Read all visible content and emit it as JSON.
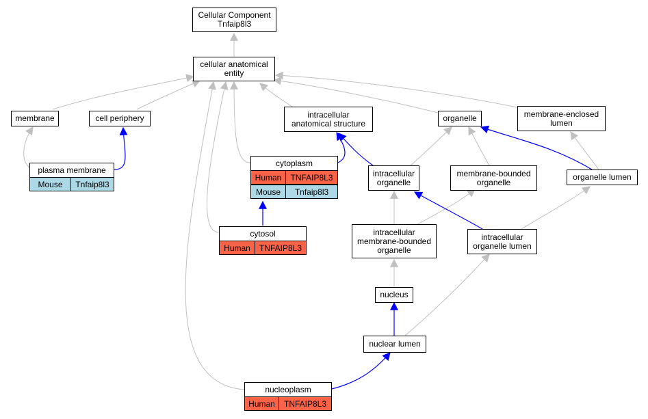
{
  "nodes": {
    "cc_root": "Cellular Component\nTnfaip8l3",
    "cae": "cellular anatomical\nentity",
    "membrane": "membrane",
    "cell_periphery": "cell periphery",
    "ias": "intracellular\nanatomical structure",
    "organelle": "organelle",
    "mel": "membrane-enclosed\nlumen",
    "plasma_membrane": "plasma membrane",
    "cytoplasm": "cytoplasm",
    "io": "intracellular\norganelle",
    "mbo": "membrane-bounded\norganelle",
    "ol": "organelle lumen",
    "cytosol": "cytosol",
    "imbo": "intracellular\nmembrane-bounded\norganelle",
    "iol": "intracellular\norganelle lumen",
    "nucleus": "nucleus",
    "nuclear_lumen": "nuclear lumen",
    "nucleoplasm": "nucleoplasm"
  },
  "annotations": {
    "plasma_membrane": [
      {
        "org": "Mouse",
        "gene": "Tnfaip8l3",
        "color": "#add8e6"
      }
    ],
    "cytoplasm": [
      {
        "org": "Human",
        "gene": "TNFAIP8L3",
        "color": "#fa6347"
      },
      {
        "org": "Mouse",
        "gene": "Tnfaip8l3",
        "color": "#add8e6"
      }
    ],
    "cytosol": [
      {
        "org": "Human",
        "gene": "TNFAIP8L3",
        "color": "#fa6347"
      }
    ],
    "nucleoplasm": [
      {
        "org": "Human",
        "gene": "TNFAIP8L3",
        "color": "#fa6347"
      }
    ]
  },
  "edge_colors": {
    "is_a": "#c0c0c0",
    "part_of": "#0000ff"
  }
}
